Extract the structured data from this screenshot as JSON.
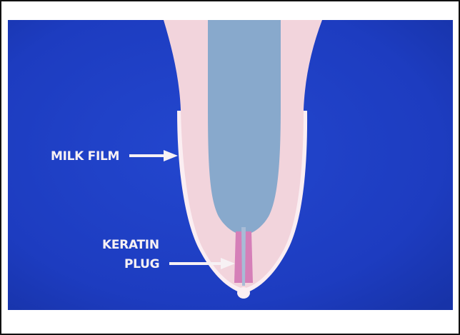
{
  "labels": {
    "milk_film": "MILK FILM",
    "keratin_line1": "KERATIN",
    "keratin_line2": "PLUG"
  },
  "colors": {
    "background_blue": "#1e3fc4",
    "teat_wall_pink": "#f2d4dc",
    "milk_film_edge": "#fbeef2",
    "teat_cistern_blue": "#88a9cc",
    "keratin_plug_magenta": "#d57fb8",
    "label_text": "#f7f1f4"
  }
}
